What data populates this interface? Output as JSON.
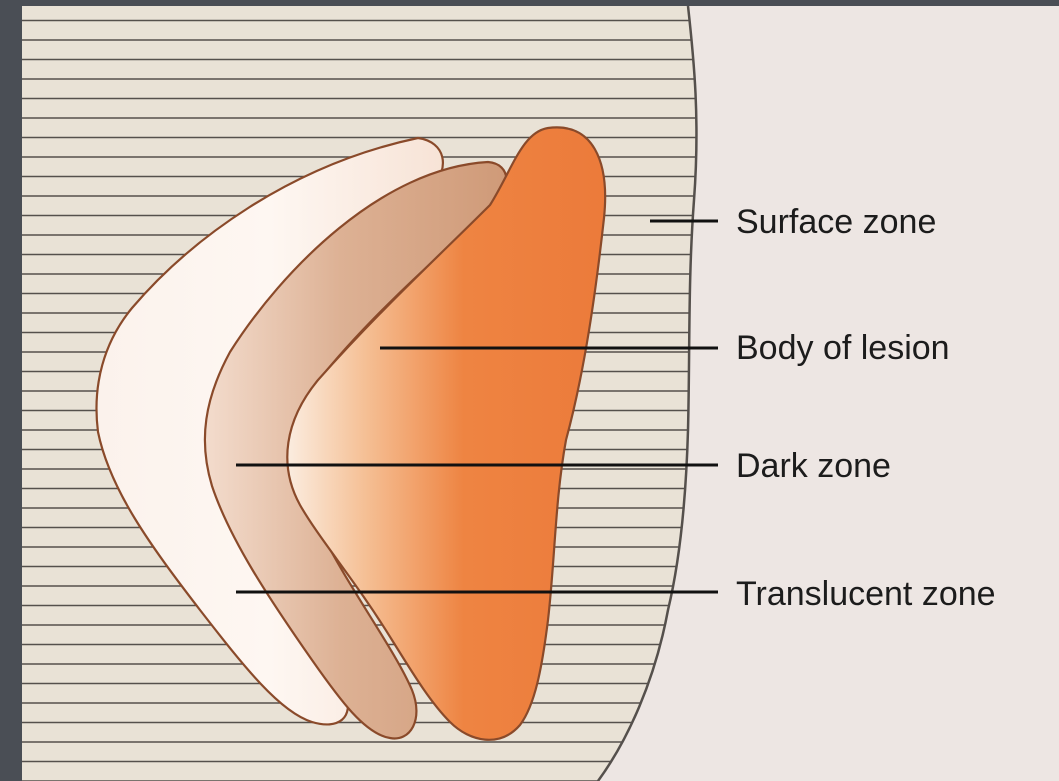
{
  "labels": {
    "surface_zone": "Surface zone",
    "body_of_lesion": "Body of lesion",
    "dark_zone": "Dark zone",
    "translucent_zone": "Translucent zone"
  },
  "colors": {
    "frame": "#4a4e55",
    "enamel_background": "#ede6e3",
    "stripe_fill": "#e9e2d6",
    "stripe_line": "#55504c",
    "translucent_zone_fill": "#fdf3ec",
    "dark_zone_fill": "#d9a98a",
    "body_of_lesion_fill": "#ed7d3e",
    "outline": "#8a4a2a"
  }
}
